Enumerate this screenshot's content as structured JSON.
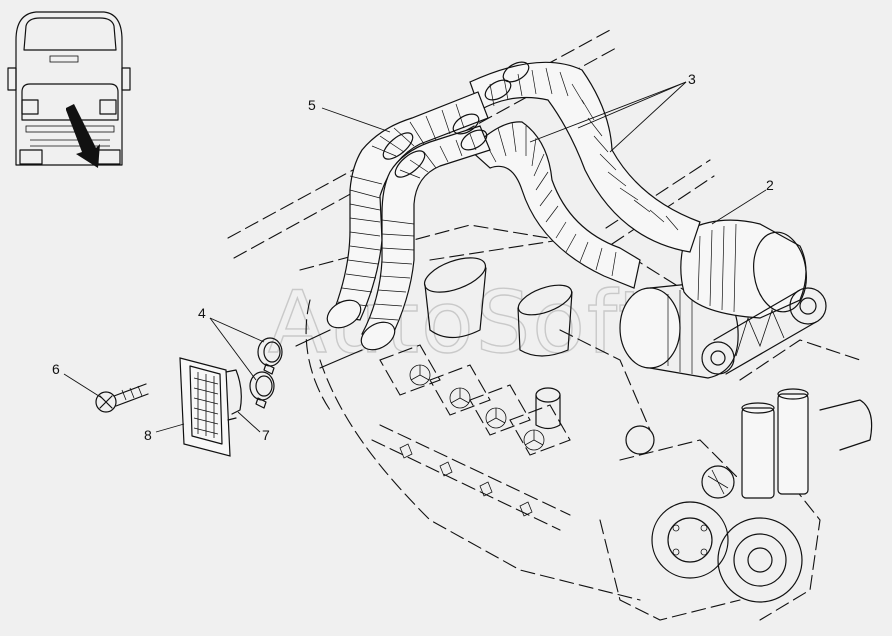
{
  "watermark": "AutoSoft",
  "callouts": [
    {
      "id": "5",
      "label": "5"
    },
    {
      "id": "3",
      "label": "3"
    },
    {
      "id": "2",
      "label": "2"
    },
    {
      "id": "4",
      "label": "4"
    },
    {
      "id": "6",
      "label": "6"
    },
    {
      "id": "8",
      "label": "8"
    },
    {
      "id": "7",
      "label": "7"
    }
  ],
  "inset": {
    "icon": "bus-rear-view-icon",
    "arrow_icon": "location-arrow-icon"
  },
  "colors": {
    "background": "#f0f0f0",
    "line": "#111111",
    "watermark": "#c9c9c9"
  }
}
